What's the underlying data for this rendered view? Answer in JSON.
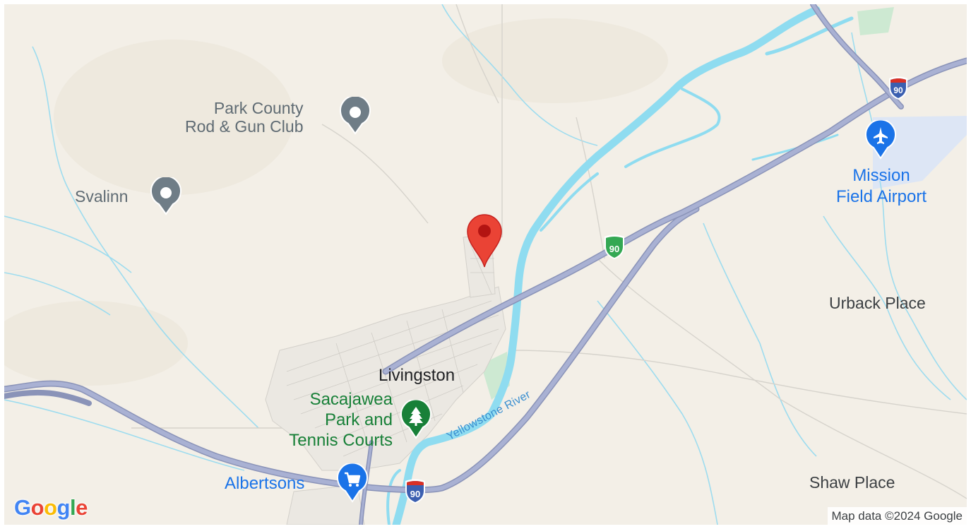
{
  "map": {
    "places": {
      "park_county_rod_gun_club": [
        "Park County",
        "Rod & Gun Club"
      ],
      "svalinn": "Svalinn",
      "mission_field_airport": [
        "Mission",
        "Field Airport"
      ],
      "urback_place": "Urback Place",
      "shaw_place": "Shaw Place",
      "livingston": "Livingston",
      "sacajawea": [
        "Sacajawea",
        "Park and",
        "Tennis Courts"
      ],
      "albertsons": "Albertsons",
      "yellowstone_river": "Yellowstone River"
    },
    "highway_shields": [
      "90",
      "90",
      "90"
    ],
    "icons": {
      "pin": "location-pin-icon",
      "airport": "airplane-icon",
      "park": "tree-icon",
      "shopping": "shopping-cart-icon",
      "generic_poi": "place-marker-icon"
    },
    "attribution": "Map data ©2024 Google",
    "logo": "Google",
    "colors": {
      "land": "#f3efe7",
      "water": "#8fdcf0",
      "highway": "#9aa3c6",
      "pin": "#ea4335",
      "park": "#c9e7cf",
      "airport_area": "#dde6f5",
      "poi_blue": "#1a73e8",
      "poi_green": "#188038",
      "poi_gray": "#6f7d87"
    }
  }
}
